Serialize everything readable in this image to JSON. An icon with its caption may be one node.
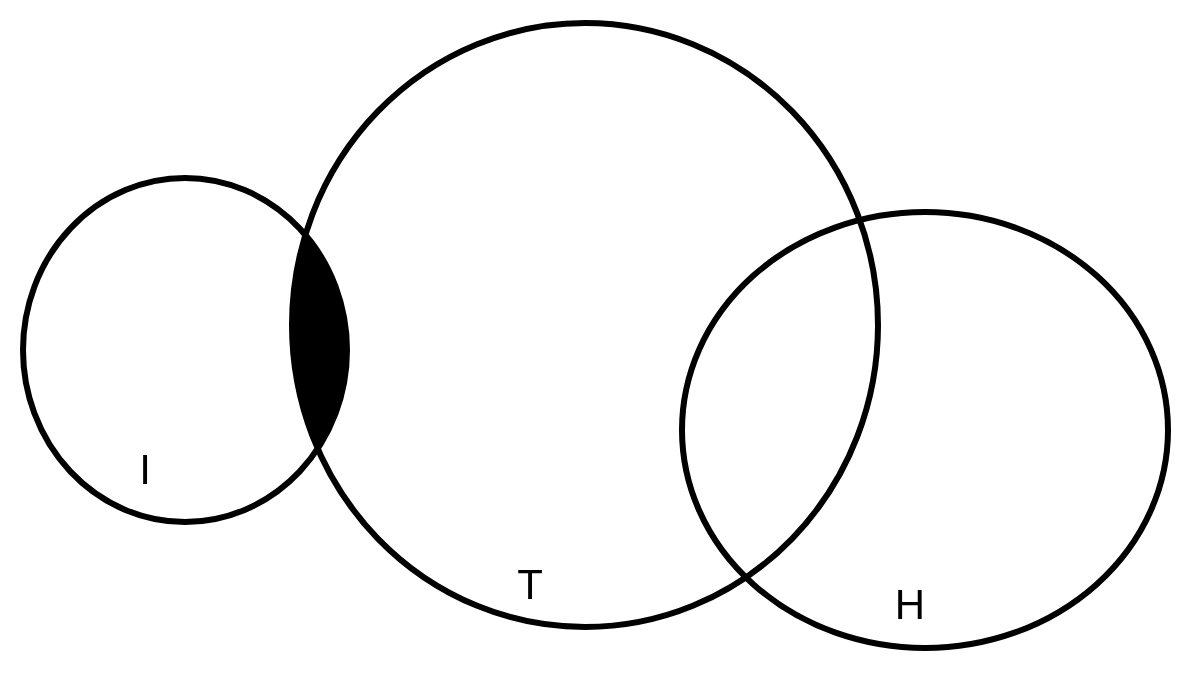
{
  "diagram": {
    "nodes": [
      {
        "text": [
          "I"
        ]
      },
      {
        "text": [],
        "shape": "lens"
      },
      {
        "text": [
          "T"
        ]
      },
      {
        "text": [
          "H"
        ]
      }
    ]
  }
}
